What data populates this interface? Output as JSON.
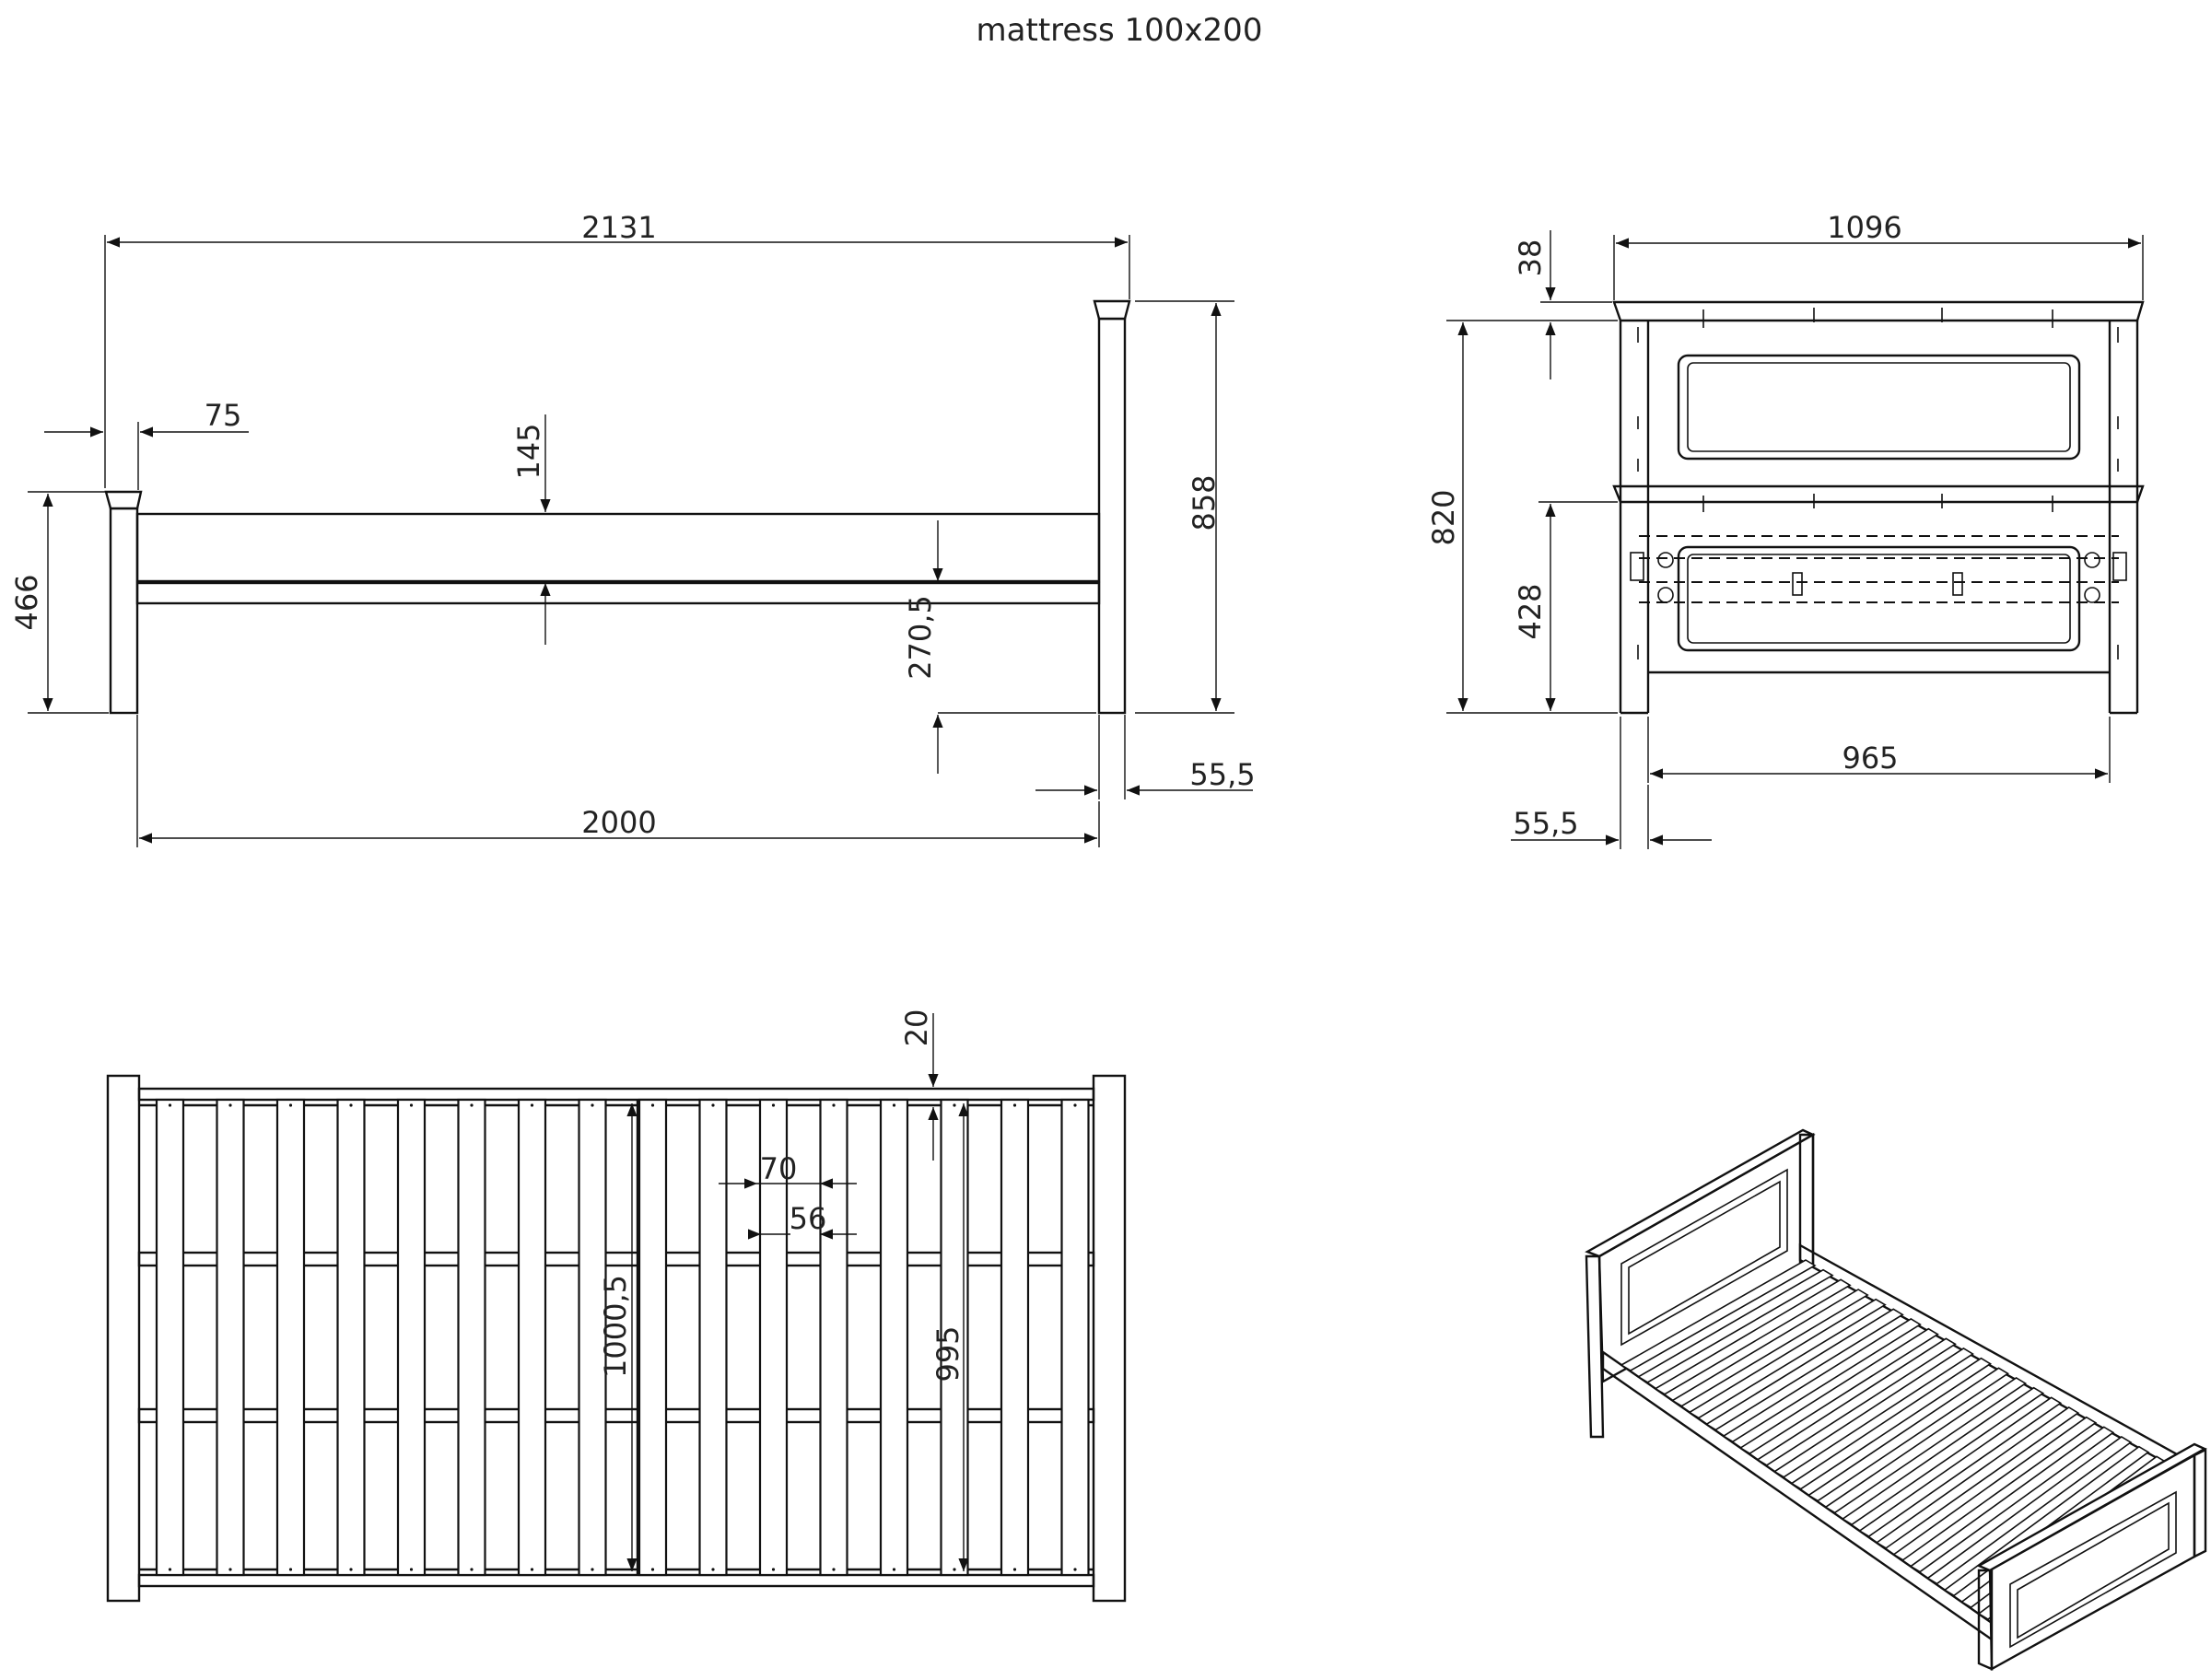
{
  "title": "mattress 100x200",
  "side_view": {
    "dims": {
      "total_length": "2131",
      "post": "75",
      "headboard_height": "858",
      "footboard_height": "466",
      "rail_gap": "145",
      "rail_height": "270,5",
      "leg_offset": "55,5",
      "inner_length": "2000"
    }
  },
  "end_view": {
    "dims": {
      "total_width": "1096",
      "cap": "38",
      "height": "820",
      "footboard_height": "428",
      "inner_width": "965",
      "leg_offset": "55,5"
    }
  },
  "top_view": {
    "dims": {
      "rail_inset": "20",
      "slat_pitch": "70",
      "slat_width": "56",
      "inner_width": "1000,5",
      "slat_length": "995"
    }
  },
  "iso_view": {}
}
